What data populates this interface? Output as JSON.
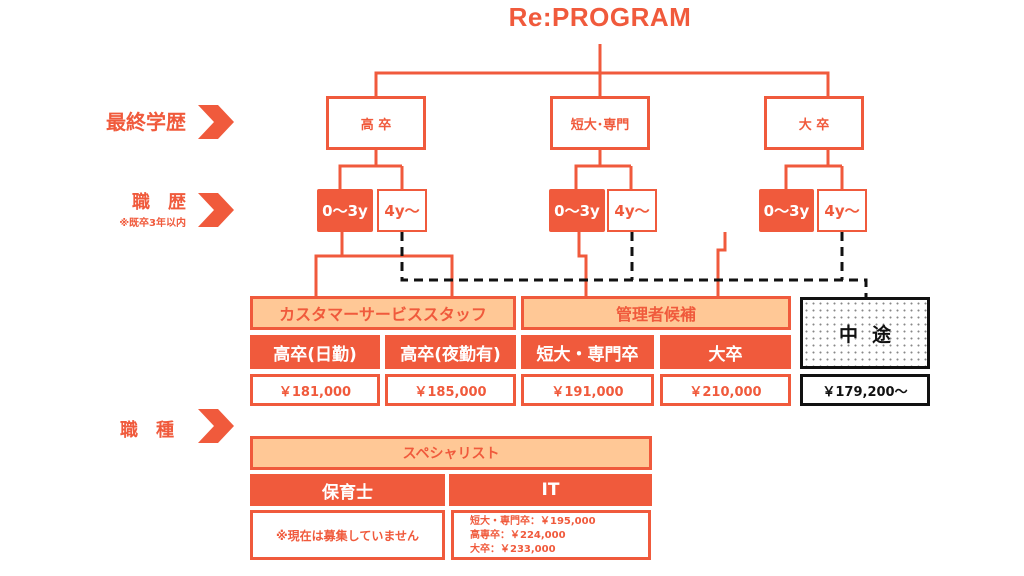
{
  "title": "Re:PROGRAM",
  "colors": {
    "accent": "#f05a3c",
    "category_fill": "#ffc896",
    "midcareer": "#111111"
  },
  "row_labels": {
    "education": "最終学歴",
    "experience": "職　歴",
    "experience_note": "※既卒3年以内",
    "job_type": "職　種"
  },
  "education_levels": [
    "高 卒",
    "短大･専門",
    "大 卒"
  ],
  "experience_options": {
    "early": "0〜3y",
    "later": "4y〜"
  },
  "categories": {
    "customer_service": {
      "label": "カスタマーサービススタッフ",
      "items": [
        {
          "label": "高卒(日勤)",
          "salary": "￥181,000"
        },
        {
          "label": "高卒(夜勤有)",
          "salary": "￥185,000"
        }
      ]
    },
    "manager_candidate": {
      "label": "管理者候補",
      "items": [
        {
          "label": "短大・専門卒",
          "salary": "￥191,000"
        },
        {
          "label": "大卒",
          "salary": "￥210,000"
        }
      ]
    },
    "mid_career": {
      "label": "中途",
      "salary": "￥179,200〜"
    },
    "specialist": {
      "label": "スペシャリスト",
      "items": [
        {
          "label": "保育士",
          "note": "※現在は募集していません"
        },
        {
          "label": "IT",
          "salaries": [
            "短大・専門卒：￥195,000",
            "高専卒：￥224,000",
            "大卒：￥233,000"
          ]
        }
      ]
    }
  }
}
